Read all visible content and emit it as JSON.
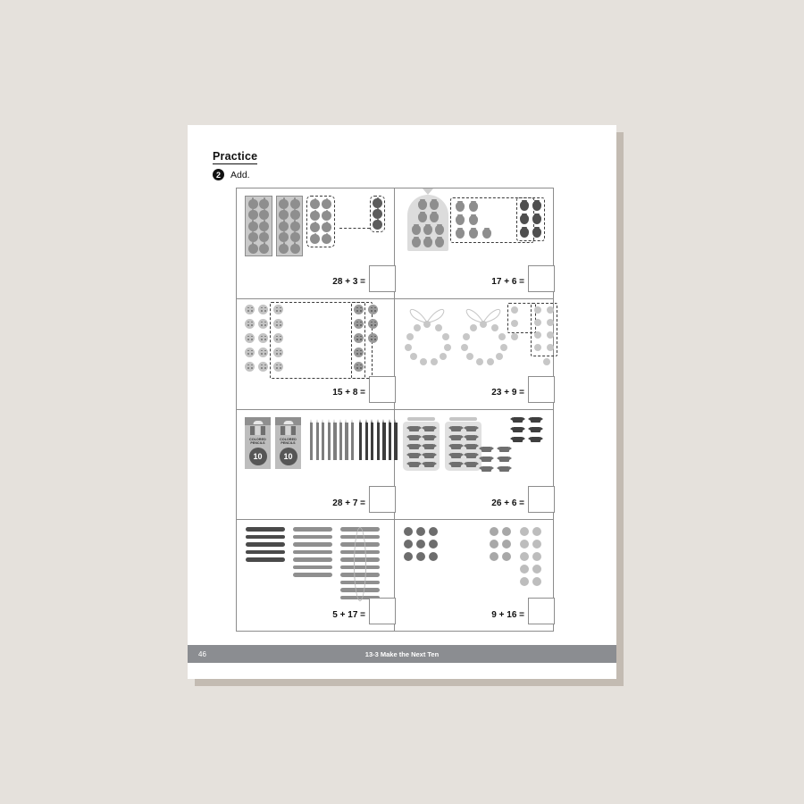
{
  "page": {
    "section_title": "Practice",
    "exercise_number": "2",
    "instruction": "Add."
  },
  "footer": {
    "page_number": "46",
    "lesson": "13-3 Make the Next Ten"
  },
  "problems": [
    {
      "id": "problem-1",
      "equation": "28 + 3 =",
      "answer": "",
      "objects": "apples",
      "tens_groups": 2,
      "tens_size": 10,
      "loose_first": 8,
      "add_count": 3
    },
    {
      "id": "problem-2",
      "equation": "17 + 6 =",
      "answer": "",
      "objects": "strawberries",
      "tens_groups": 1,
      "tens_size": 10,
      "loose_first": 7,
      "add_count": 6
    },
    {
      "id": "problem-3",
      "equation": "15 + 8 =",
      "answer": "",
      "objects": "buttons",
      "tens_groups": 0,
      "tens_size": 10,
      "loose_first": 15,
      "add_count": 8
    },
    {
      "id": "problem-4",
      "equation": "23 + 9 =",
      "answer": "",
      "objects": "beads",
      "tens_groups": 2,
      "tens_size": 10,
      "loose_first": 3,
      "add_count": 9
    },
    {
      "id": "problem-5",
      "equation": "28 + 7 =",
      "answer": "",
      "objects": "colored-pencils",
      "tens_groups": 2,
      "tens_size": 10,
      "loose_first": 8,
      "add_count": 7,
      "pack_label_line1": "COLORED",
      "pack_label_line2": "PENCILS",
      "pack_count": "10"
    },
    {
      "id": "problem-6",
      "equation": "26 + 6 =",
      "answer": "",
      "objects": "candies",
      "tens_groups": 2,
      "tens_size": 10,
      "loose_first": 6,
      "add_count": 6
    },
    {
      "id": "problem-7",
      "equation": "5 + 17 =",
      "answer": "",
      "objects": "straws",
      "tens_groups": 1,
      "tens_size": 10,
      "loose_first": 5,
      "add_count": 7
    },
    {
      "id": "problem-8",
      "equation": "9 + 16 =",
      "answer": "",
      "objects": "counters",
      "tens_groups": 1,
      "tens_size": 10,
      "loose_first": 9,
      "add_count": 6
    }
  ],
  "colors": {
    "background": "#e5e1dc",
    "paper": "#ffffff",
    "shadow": "#c3bbb2",
    "footer_bar": "#8b8d91",
    "grid_line": "#8d8d8d",
    "dashed_outline": "#3a3a3a"
  }
}
